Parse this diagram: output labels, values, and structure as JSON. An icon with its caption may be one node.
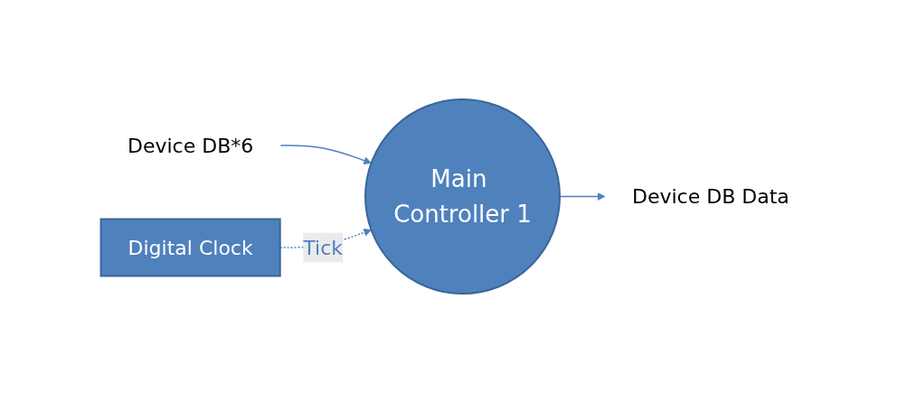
{
  "diagram": {
    "nodes": [
      {
        "text": [
          "Device DB*6"
        ]
      },
      {
        "text": [
          "Main Controller 1"
        ]
      },
      {
        "text": [
          "Device DB Data"
        ]
      },
      {
        "text": [
          "Digital Clock"
        ]
      }
    ],
    "edges": [
      {
        "from": 0,
        "to": 1,
        "arrow": "to"
      },
      {
        "from": 1,
        "to": 2,
        "arrow": "to"
      },
      {
        "from": 3,
        "to": 1,
        "arrow": "to",
        "label": "Tick",
        "style": "dashed"
      }
    ]
  }
}
